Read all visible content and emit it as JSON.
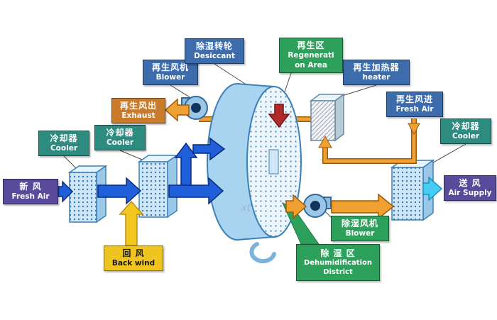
{
  "diagram": {
    "labels": {
      "fresh_air_in": {
        "zh": "新 风",
        "en": "Fresh Air"
      },
      "cooler_1": {
        "zh": "冷却器",
        "en": "Cooler"
      },
      "cooler_2": {
        "zh": "冷却器",
        "en": "Cooler"
      },
      "back_wind": {
        "zh": "回 风",
        "en": "Back wind"
      },
      "regen_blower": {
        "zh": "再生风机",
        "en": "Blower"
      },
      "regen_exhaust": {
        "zh": "再生风出",
        "en": "Exhaust"
      },
      "desiccant_wheel": {
        "zh": "除湿转轮",
        "en": "Desiccant"
      },
      "regen_area": {
        "zh": "再生区",
        "en_line1": "Regenerati",
        "en_line2": "on Area"
      },
      "regen_heater": {
        "zh": "再生加热器",
        "en": "heater"
      },
      "regen_fresh_air": {
        "zh": "再生风进",
        "en": "Fresh Air"
      },
      "cooler_3": {
        "zh": "冷却器",
        "en": "Cooler"
      },
      "air_supply": {
        "zh": "送 风",
        "en": "Air Supply"
      },
      "dehum_blower": {
        "zh": "除湿风机",
        "en": "Blower"
      },
      "dehum_district": {
        "zh": "除 湿 区",
        "en_line1": "Dehumidification",
        "en_line2": "District"
      }
    },
    "watermark": "xt",
    "colors": {
      "label_purple": "#5a4a9c",
      "label_teal": "#2e8b80",
      "label_blue": "#3c6cab",
      "label_orange": "#c97a2b",
      "label_yellow": "#f0c41e",
      "label_green": "#2da05c",
      "arrow_blue": "#1f5fd9",
      "arrow_orange": "#f0a030",
      "arrow_yellow": "#f2c71f",
      "arrow_cyan": "#45cdf5",
      "arrow_red": "#b22a2a",
      "equipment_fill": "#cfe6f7",
      "equipment_stroke": "#3a80b8"
    }
  }
}
